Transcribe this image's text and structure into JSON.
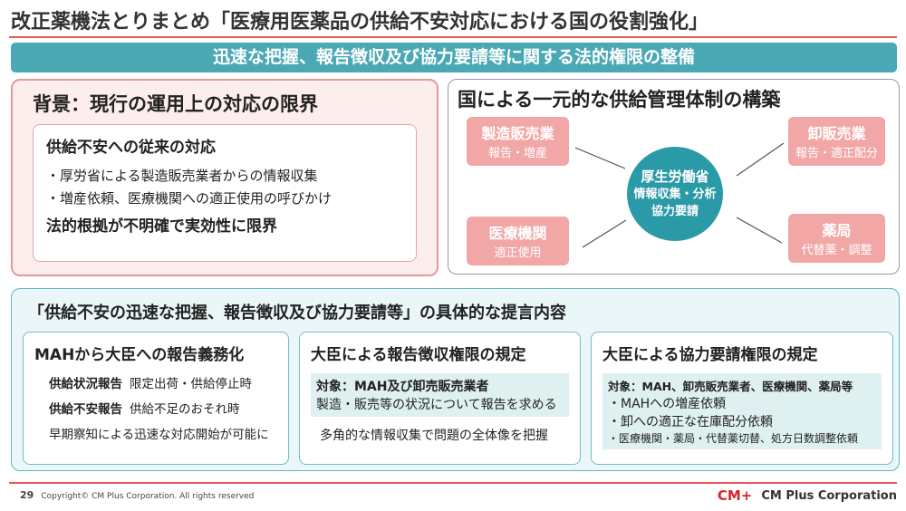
{
  "title": "改正薬機法とりまとめ「医療用医薬品の供給不安対応における国の役割強化」",
  "banner": "迅速な把握、報告徴収及び協力要請等に関する法的権限の整備",
  "background": {
    "title": "背景：現行の運用上の対応の限界",
    "inner_title": "供給不安への従来の対応",
    "items": [
      "・厚労省による製造販売業者からの情報収集",
      "・増産依頼、医療機関への適正使用の呼びかけ"
    ],
    "conclusion": "法的根拠が不明確で実効性に限界"
  },
  "governance": {
    "title": "国による一元的な供給管理体制の構築",
    "center": {
      "name": "厚生労働省",
      "line1": "情報収集・分析",
      "line2": "協力要請"
    },
    "nodes": [
      {
        "name": "製造販売業",
        "role": "報告・増産"
      },
      {
        "name": "卸販売業",
        "role": "報告・適正配分"
      },
      {
        "name": "医療機関",
        "role": "適正使用"
      },
      {
        "name": "薬局",
        "role": "代替薬・調整"
      }
    ]
  },
  "proposals": {
    "title": "「供給不安の迅速な把握、報告徴収及び協力要請等」の具体的な提言内容",
    "cards": [
      {
        "title": "MAHから大臣への報告義務化",
        "rows": [
          {
            "label": "供給状況報告",
            "text": "限定出荷・供給停止時"
          },
          {
            "label": "供給不安報告",
            "text": "供給不足のおそれ時"
          }
        ],
        "note": "早期察知による迅速な対応開始が可能に"
      },
      {
        "title": "大臣による報告徴収権限の規定",
        "target": "対象：MAH及び卸売販売業者",
        "items": [
          "製造・販売等の状況について報告を求める"
        ],
        "note": "多角的な情報収集で問題の全体像を把握"
      },
      {
        "title": "大臣による協力要請権限の規定",
        "target": "対象：MAH、卸売販売業者、医療機関、薬局等",
        "items": [
          "・MAHへの増産依頼",
          "・卸への適正な在庫配分依頼",
          "・医療機関・薬局・代替薬切替、処方日数調整依頼"
        ]
      }
    ]
  },
  "footer": {
    "page": "29",
    "copyright": "Copyright© CM Plus Corporation. All rights reserved",
    "logo": "CM+",
    "company": "CM Plus Corporation"
  },
  "colors": {
    "accent_teal": "#4aa9b4",
    "accent_red": "#e05a5a",
    "node_pink": "#f2a7a7"
  }
}
